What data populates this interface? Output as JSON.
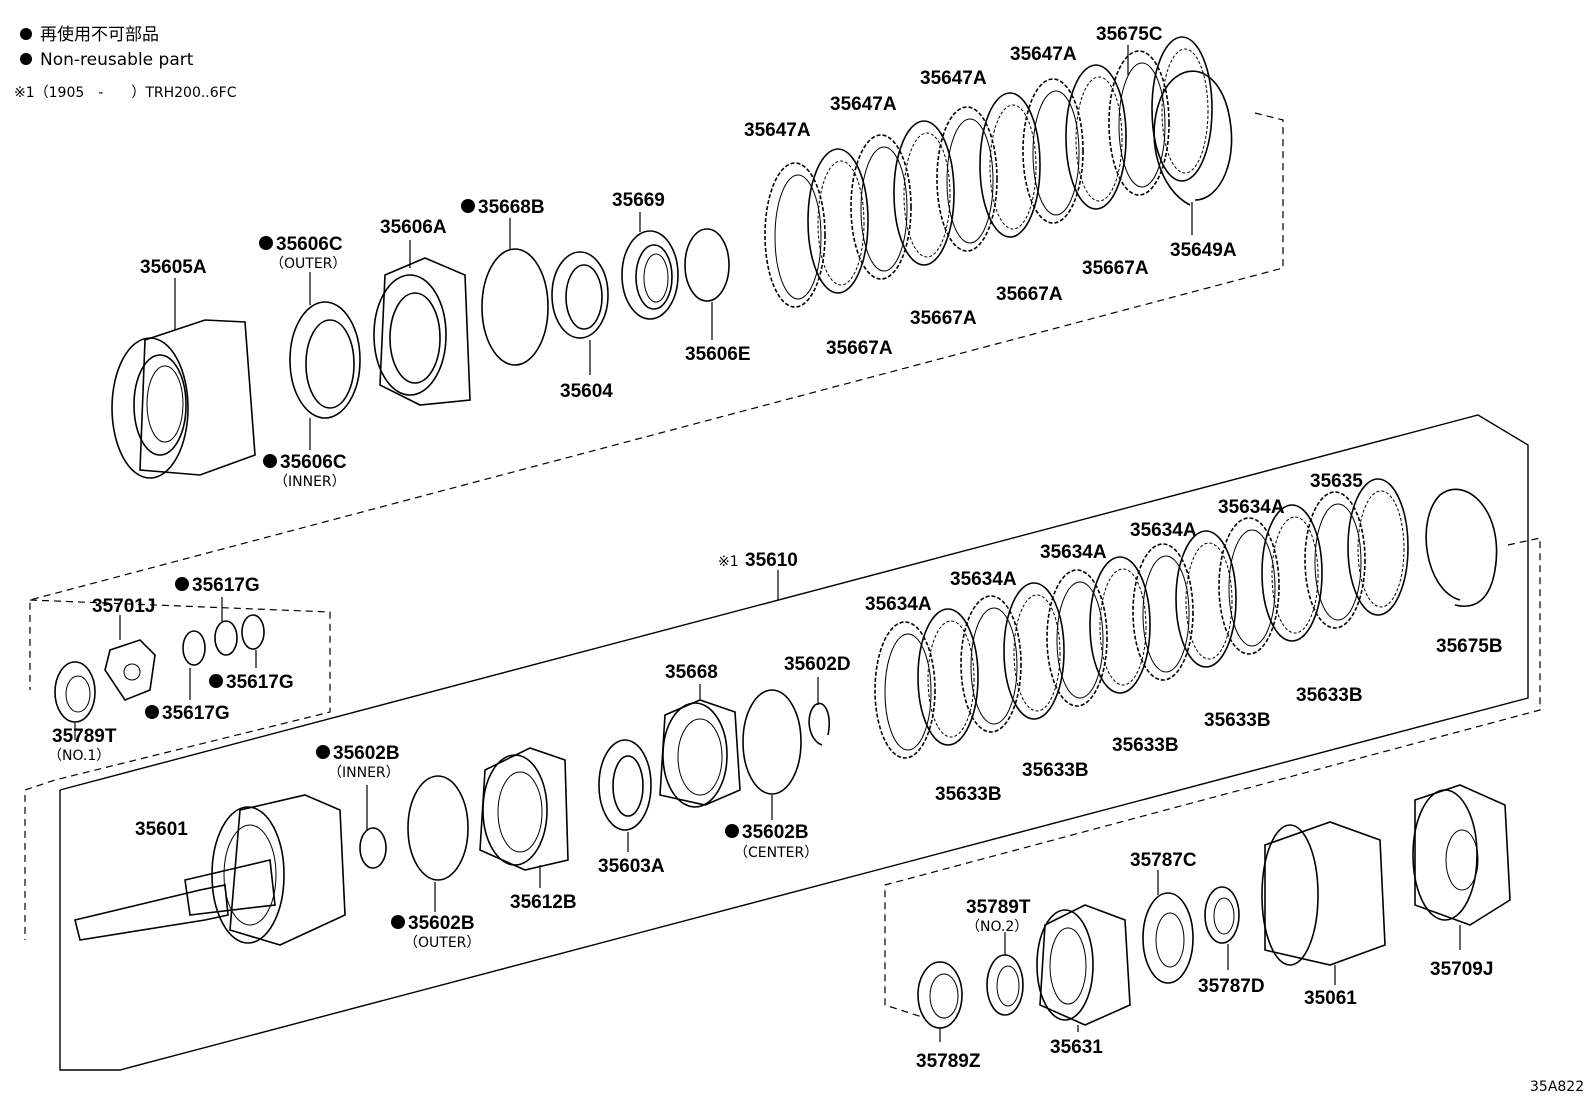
{
  "legend": {
    "line1": "再使用不可部品",
    "line2": "Non-reusable part",
    "note": "※1（1905　-　　）TRH200..6FC"
  },
  "diagram_code": "35A822",
  "labels": {
    "p35605A": "35605A",
    "p35606C_outer": "35606C",
    "p35606C_outer_sub": "（OUTER）",
    "p35606C_inner": "35606C",
    "p35606C_inner_sub": "（INNER）",
    "p35606A": "35606A",
    "p35668B": "35668B",
    "p35604": "35604",
    "p35669": "35669",
    "p35606E": "35606E",
    "p35647A_1": "35647A",
    "p35647A_2": "35647A",
    "p35647A_3": "35647A",
    "p35647A_4": "35647A",
    "p35675C": "35675C",
    "p35649A": "35649A",
    "p35667A_1": "35667A",
    "p35667A_2": "35667A",
    "p35667A_3": "35667A",
    "p35667A_4": "35667A",
    "p35610_mark": "※1",
    "p35610": "35610",
    "p35701J": "35701J",
    "p35617G_1": "35617G",
    "p35617G_2": "35617G",
    "p35617G_3": "35617G",
    "p35789T_1": "35789T",
    "p35789T_1_sub": "（NO.1）",
    "p35602B_inner": "35602B",
    "p35602B_inner_sub": "（INNER）",
    "p35601": "35601",
    "p35602B_outer": "35602B",
    "p35602B_outer_sub": "（OUTER）",
    "p35612B": "35612B",
    "p35603A": "35603A",
    "p35668": "35668",
    "p35602D": "35602D",
    "p35602B_center": "35602B",
    "p35602B_center_sub": "（CENTER）",
    "p35634A_1": "35634A",
    "p35634A_2": "35634A",
    "p35634A_3": "35634A",
    "p35634A_4": "35634A",
    "p35634A_5": "35634A",
    "p35635": "35635",
    "p35675B": "35675B",
    "p35633B_1": "35633B",
    "p35633B_2": "35633B",
    "p35633B_3": "35633B",
    "p35633B_4": "35633B",
    "p35633B_5": "35633B",
    "p35787C": "35787C",
    "p35789T_2": "35789T",
    "p35789T_2_sub": "（NO.2）",
    "p35787D": "35787D",
    "p35061": "35061",
    "p35709J": "35709J",
    "p35789Z": "35789Z",
    "p35631": "35631"
  },
  "colors": {
    "line": "#000000",
    "background": "#ffffff"
  }
}
